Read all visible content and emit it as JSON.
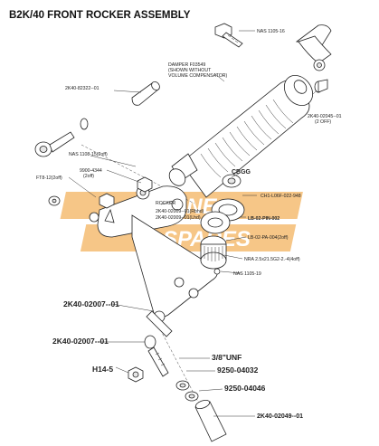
{
  "title": "B2K/40 FRONT ROCKER ASSEMBLY",
  "watermark": {
    "line1": "LT LANE",
    "line2": "SPARES",
    "color": "#f3b35f"
  },
  "labels": {
    "nas_1105_16": "NAS 1105-16",
    "damper_1": "DAMPER F03549",
    "damper_2": "(SHOWN WITHOUT",
    "damper_3": "VOLUME COMPENSATOR)",
    "pin_top": "2K40-82322--01",
    "pin_right_1": "2K40-02045--01",
    "pin_right_2": "(2 OFF)",
    "nas_1108": "NAS 1108-15(2off)",
    "part_9900_1": "9900-4344",
    "part_9900_2": "(2off)",
    "ftb": "FT8-12(2off)",
    "cbgg": "CBGG",
    "rocker": "ROCKER",
    "rocker_rh": "2K40-02009--01(Rbhd)",
    "rocker_lh": "2K40-02009--01(Lhd)",
    "ch1": "CH1-L06F-022-948",
    "lb_pin": "LB-02-PIN-002",
    "lb_pa": "LB-02-PA-004(2off)",
    "nra": "NRA 2.5x21.5G2-2.-4(4off)",
    "nas_1105_19": "NAS 1105-19",
    "bracket_1": "2K40-02007--01",
    "bracket_2": "2K40-02007--01",
    "unf": "3/8\"UNF",
    "p9250_04032": "9250-04032",
    "h14": "H14-5",
    "p9250_04046": "9250-04046",
    "p2k40_02049": "2K40-02049--01"
  }
}
